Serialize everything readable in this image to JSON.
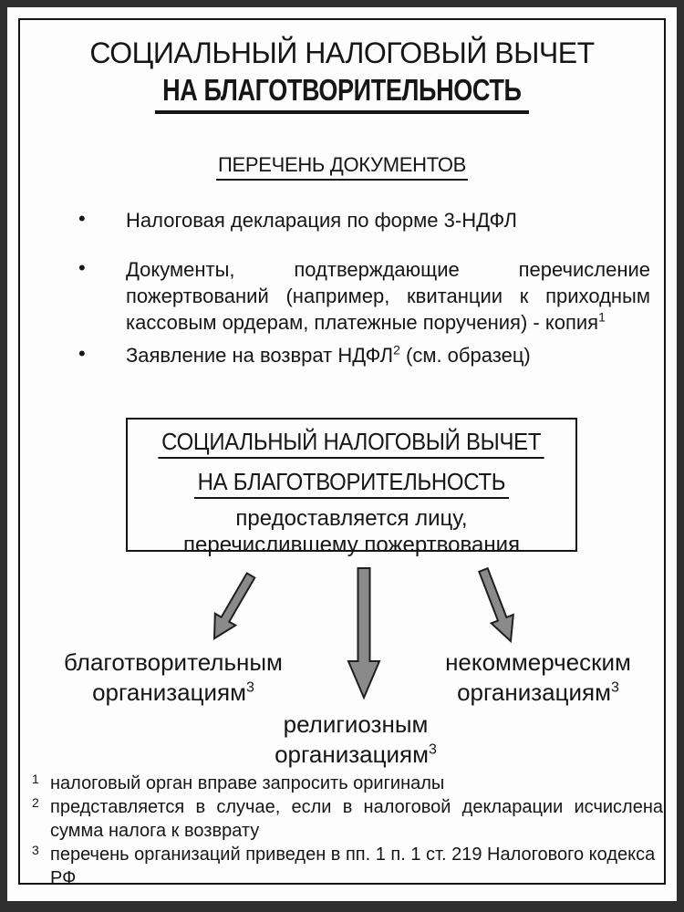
{
  "header": {
    "title_line1": "СОЦИАЛЬНЫЙ НАЛОГОВЫЙ ВЫЧЕТ",
    "title_line2": "НА БЛАГОТВОРИТЕЛЬНОСТЬ",
    "subtitle": "ПЕРЕЧЕНЬ ДОКУМЕНТОВ"
  },
  "documents": {
    "bullet": "•",
    "items": [
      {
        "lead": "Налоговая декларация по форме 3-НДФЛ",
        "sup": "",
        "tail": ""
      },
      {
        "lead": "Документы, подтверждающие перечисление пожертвований (например, квитанции к приходным кассовым ордерам, платежные поручения) - копия",
        "sup": "1",
        "tail": ""
      },
      {
        "lead": "Заявление на возврат НДФЛ",
        "sup": "2",
        "tail": " (см. образец)"
      }
    ]
  },
  "info_box": {
    "line1": "СОЦИАЛЬНЫЙ НАЛОГОВЫЙ ВЫЧЕТ",
    "line2": "НА БЛАГОТВОРИТЕЛЬНОСТЬ",
    "line3": "предоставляется лицу,",
    "line4": "перечислившему пожертвования"
  },
  "recipients": [
    {
      "line1": "благотворительным",
      "line2": "организациям",
      "sup": "3"
    },
    {
      "line1": "религиозным",
      "line2": "организациям",
      "sup": "3"
    },
    {
      "line1": "некоммерческим",
      "line2": "организациям",
      "sup": "3"
    }
  ],
  "footnotes": [
    {
      "marker": "1",
      "text": "налоговый орган вправе запросить оригиналы"
    },
    {
      "marker": "2",
      "text": "представляется в случае, если в налоговой декларации исчислена сумма налога к возврату"
    },
    {
      "marker": "3",
      "text": "перечень организаций приведен в пп. 1 п. 1 ст. 219 Налогового кодекса РФ"
    }
  ],
  "colors": {
    "arrow_fill": "#8a8a8a",
    "arrow_stroke": "#1f1f1f",
    "frame": "#2e2e2e",
    "text": "#161616"
  }
}
